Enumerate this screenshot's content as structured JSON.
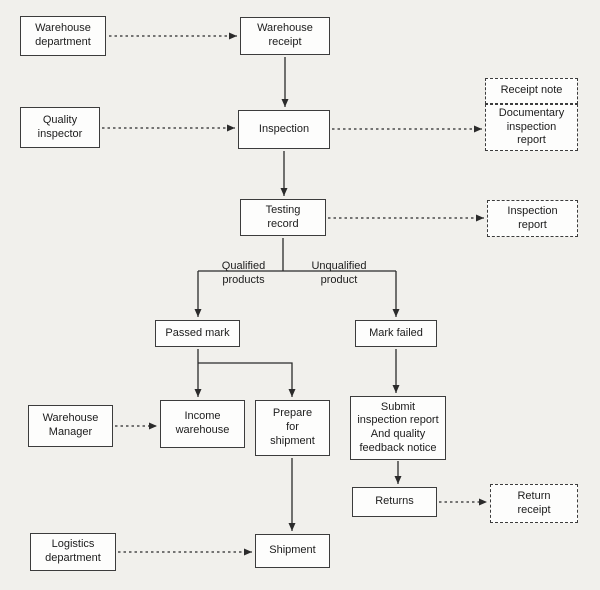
{
  "diagram": {
    "colors": {
      "background": "#f1f0ec",
      "node_fill": "#fdfdfc",
      "node_border": "#3c3c3c",
      "line": "#2b2b2b",
      "text": "#1c1c1c"
    },
    "nodes": {
      "warehouse_department": "Warehouse\ndepartment",
      "warehouse_receipt": "Warehouse\nreceipt",
      "quality_inspector": "Quality\ninspector",
      "inspection": "Inspection",
      "receipt_note": "Receipt note",
      "documentary_inspection_report": "Documentary\ninspection\nreport",
      "testing_record": "Testing\nrecord",
      "inspection_report": "Inspection\nreport",
      "passed_mark": "Passed mark",
      "mark_failed": "Mark failed",
      "income_warehouse": "Income\nwarehouse",
      "prepare_for_shipment": "Prepare\nfor\nshipment",
      "submit_report": "Submit\ninspection report\nAnd quality\nfeedback notice",
      "warehouse_manager": "Warehouse\nManager",
      "returns": "Returns",
      "return_receipt": "Return\nreceipt",
      "shipment": "Shipment",
      "logistics_department": "Logistics\ndepartment"
    },
    "edge_labels": {
      "qualified": "Qualified\nproducts",
      "unqualified": "Unqualified\nproduct"
    }
  }
}
